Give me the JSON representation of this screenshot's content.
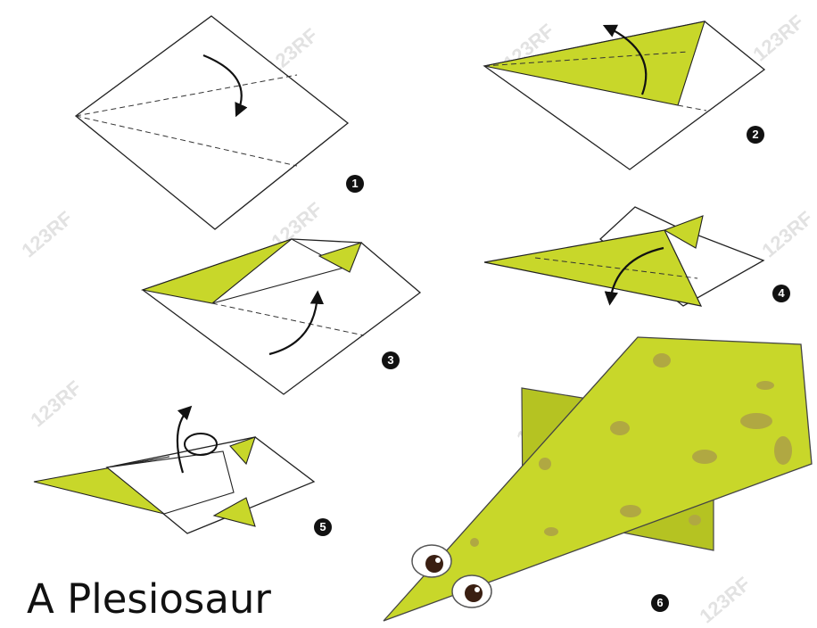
{
  "title": "A Plesiosaur",
  "steps": [
    "1",
    "2",
    "3",
    "4",
    "5",
    "6"
  ],
  "watermark": "123RF",
  "colors": {
    "paper_color": "#c8d72a",
    "spot_color": "#b0a842",
    "hind_color": "#b5c322",
    "outline": "#222222",
    "badge": "#111111"
  }
}
